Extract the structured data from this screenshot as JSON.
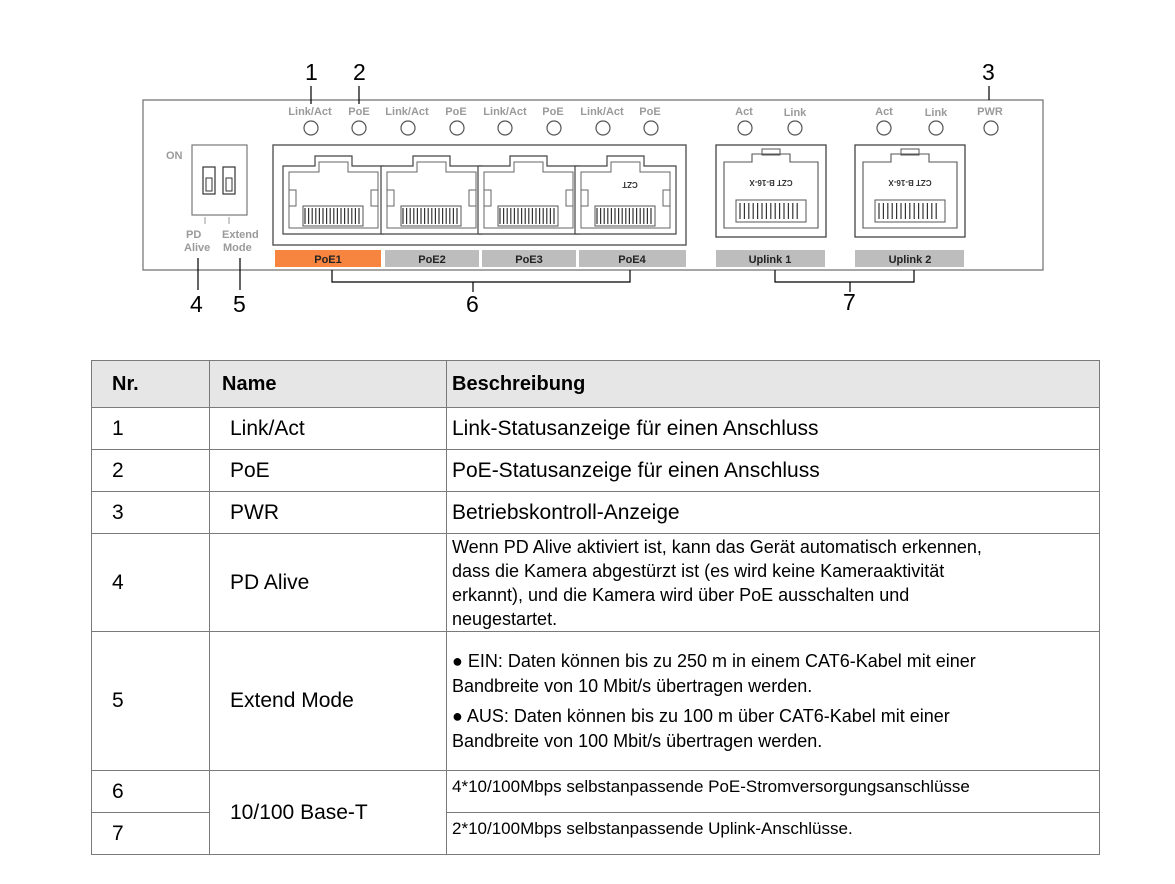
{
  "diagram": {
    "callouts": [
      "1",
      "2",
      "3",
      "4",
      "5",
      "6",
      "7"
    ],
    "led_labels": [
      "Link/Act",
      "PoE",
      "Link/Act",
      "PoE",
      "Link/Act",
      "PoE",
      "Link/Act",
      "PoE",
      "Act",
      "Link",
      "Act",
      "Link",
      "PWR"
    ],
    "dip_on_label": "ON",
    "dip_labels": {
      "pd": "PD",
      "alive": "Alive",
      "extend": "Extend",
      "mode": "Mode"
    },
    "port_labels": [
      "PoE1",
      "PoE2",
      "PoE3",
      "PoE4",
      "Uplink 1",
      "Uplink 2"
    ],
    "port_text": {
      "rj": "CZT",
      "sfp": "CZT B-16-X"
    },
    "colors": {
      "poe1_label": "#f7853f",
      "port_label": "#bdbdbd",
      "panel_border": "#707070"
    }
  },
  "table": {
    "headers": [
      "Nr.",
      "Name",
      "Beschreibung"
    ],
    "rows": [
      {
        "nr": "1",
        "name": "Link/Act",
        "desc": "Link-Statusanzeige für einen Anschluss"
      },
      {
        "nr": "2",
        "name": "PoE",
        "desc": "PoE-Statusanzeige für einen Anschluss"
      },
      {
        "nr": "3",
        "name": "PWR",
        "desc": "Betriebskontroll-Anzeige"
      },
      {
        "nr": "4",
        "name": "PD Alive",
        "desc_lines": [
          "Wenn PD Alive aktiviert ist, kann das Gerät automatisch erkennen,",
          "dass die Kamera abgestürzt ist (es wird keine Kameraaktivität",
          "erkannt), und die Kamera wird über PoE ausschalten und",
          "neugestartet."
        ]
      },
      {
        "nr": "5",
        "name": "Extend Mode",
        "bullets": [
          {
            "symbol": "●",
            "lines": [
              " EIN: Daten können bis zu 250 m in einem CAT6-Kabel mit einer",
              "Bandbreite von 10 Mbit/s übertragen werden."
            ]
          },
          {
            "symbol": "●",
            "lines": [
              " AUS: Daten können bis zu 100 m über CAT6-Kabel mit einer",
              "Bandbreite von 100 Mbit/s übertragen werden."
            ]
          }
        ]
      },
      {
        "nr": "6",
        "name": "10/100 Base-T",
        "desc": "4*10/100Mbps selbstanpassende PoE-Stromversorgungsanschlüsse"
      },
      {
        "nr": "7",
        "desc": "2*10/100Mbps selbstanpassende Uplink-Anschlüsse."
      }
    ]
  }
}
